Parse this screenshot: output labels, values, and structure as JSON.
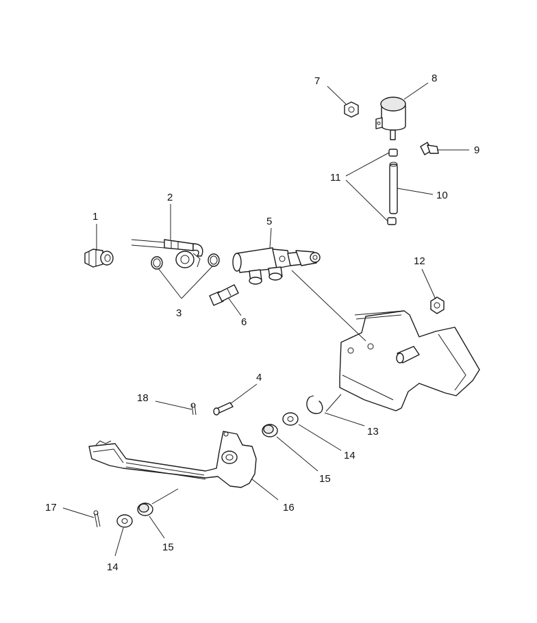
{
  "callouts": {
    "c1": "1",
    "c2": "2",
    "c3": "3",
    "c4": "4",
    "c5": "5",
    "c6": "6",
    "c7": "7",
    "c8": "8",
    "c9": "9",
    "c10": "10",
    "c11": "11",
    "c12": "12",
    "c13": "13",
    "c14a": "14",
    "c14b": "14",
    "c15a": "15",
    "c15b": "15",
    "c16": "16",
    "c17": "17",
    "c18": "18"
  }
}
